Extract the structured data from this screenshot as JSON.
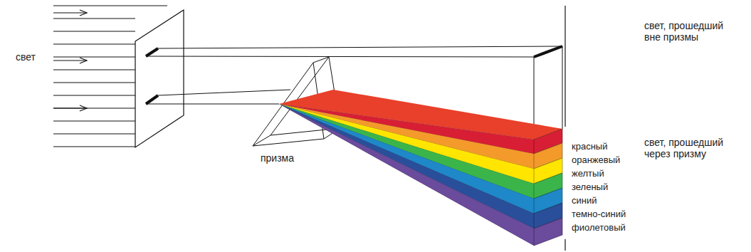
{
  "diagram": {
    "labels": [
      "свет",
      "призма",
      "свет, прошедший вне призмы",
      "свет, прошедший через призму",
      "красный",
      "оранжевый",
      "желтый",
      "зеленый",
      "синий",
      "темно-синий",
      "фиолетовый"
    ]
  }
}
